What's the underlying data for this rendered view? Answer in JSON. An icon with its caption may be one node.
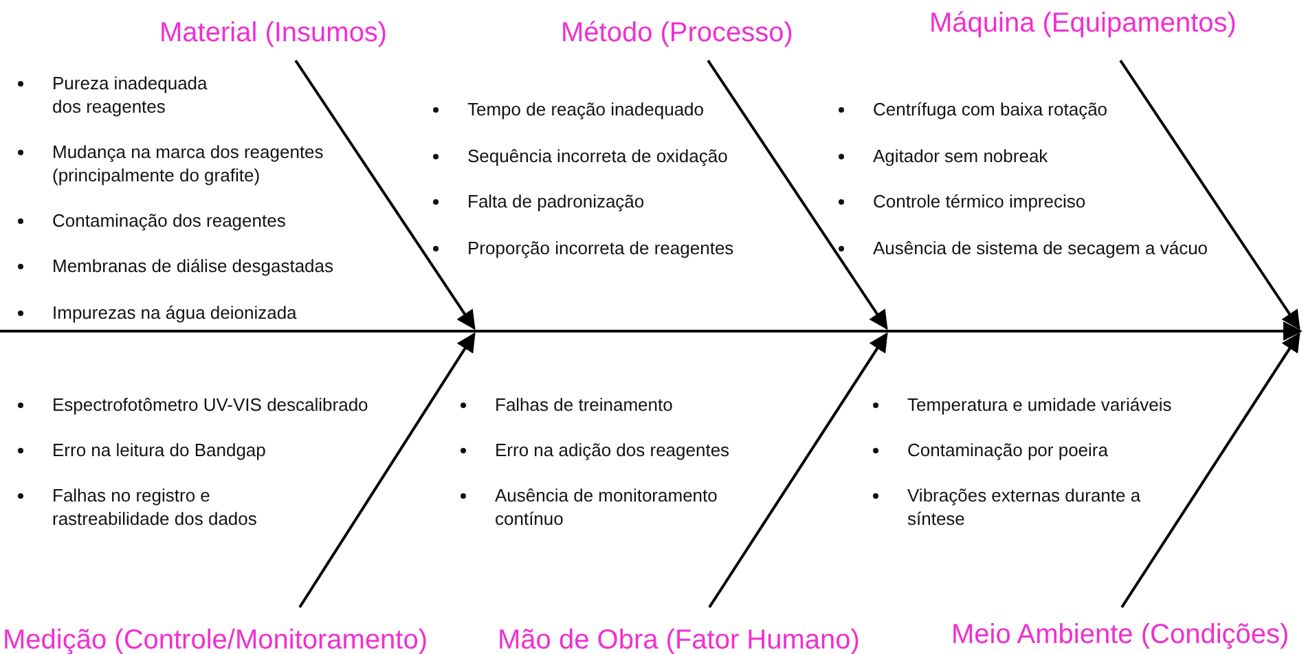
{
  "diagram": {
    "nodes": [
      {
        "text": [
          "Material (Insumos)"
        ]
      },
      {
        "text": [
          "Método (Processo)"
        ]
      },
      {
        "text": [
          "Máquina (Equipamentos)"
        ]
      },
      {
        "text": [
          "Medição (Controle/Monitoramento)"
        ]
      },
      {
        "text": [
          "Mão de Obra (Fator Humano)"
        ]
      },
      {
        "text": [
          "Meio Ambiente (Condições)"
        ]
      }
    ],
    "edges": [
      {
        "from": 0,
        "to": null,
        "arrow": "to"
      },
      {
        "from": 1,
        "to": null,
        "arrow": "to"
      },
      {
        "from": 2,
        "to": null,
        "arrow": "to"
      },
      {
        "from": 3,
        "to": null,
        "arrow": "to"
      },
      {
        "from": 4,
        "to": null,
        "arrow": "to"
      },
      {
        "from": 5,
        "to": null,
        "arrow": "to"
      }
    ],
    "labels": [
      "Pureza inadequada dos reagentes",
      "Mudança na marca dos reagentes (principalmente do grafite)",
      "Contaminação dos reagentes",
      "Membranas de diálise desgastadas",
      "Impurezas na água deionizada",
      "Tempo de reação inadequado",
      "Sequência incorreta de oxidação",
      "Falta de padronização",
      "Proporção incorreta de reagentes",
      "Centrífuga com baixa rotação",
      "Agitador sem nobreak",
      "Controle térmico impreciso",
      "Ausência de sistema de secagem a vácuo",
      "Espectrofotômetro UV-VIS descalibrado",
      "Erro na leitura do Bandgap",
      "Falhas no registro e rastreabilidade dos dados",
      "Falhas de treinamento",
      "Erro na adição dos reagentes",
      "Ausência de monitoramento contínuo",
      "Temperatura e umidade variáveis",
      "Contaminação por poeira",
      "Vibrações externas durante a síntese"
    ]
  }
}
